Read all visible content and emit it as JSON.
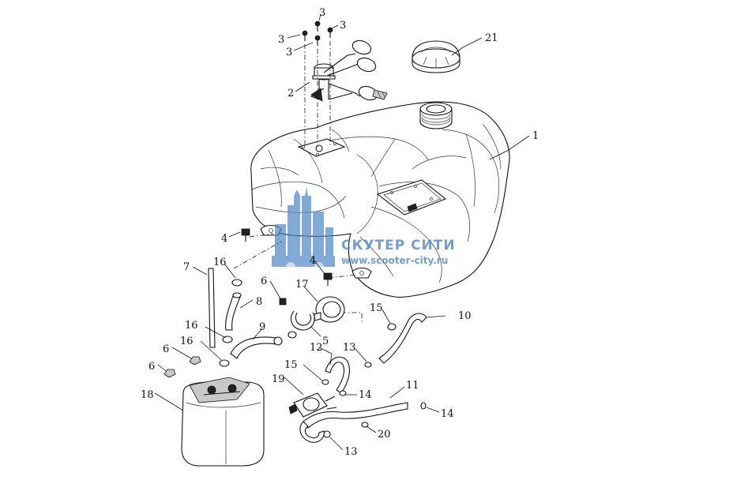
{
  "watermark": {
    "title": "СКУТЕР СИТИ",
    "url": "www.scooter-city.ru",
    "color": "#4f86c6"
  },
  "callouts": [
    {
      "id": "c1",
      "label": "1"
    },
    {
      "id": "c2",
      "label": "2"
    },
    {
      "id": "c3a",
      "label": "3"
    },
    {
      "id": "c3b",
      "label": "3"
    },
    {
      "id": "c3c",
      "label": "3"
    },
    {
      "id": "c3d",
      "label": "3"
    },
    {
      "id": "c4a",
      "label": "4"
    },
    {
      "id": "c4b",
      "label": "4"
    },
    {
      "id": "c5",
      "label": "5"
    },
    {
      "id": "c6a",
      "label": "6"
    },
    {
      "id": "c6b",
      "label": "6"
    },
    {
      "id": "c6c",
      "label": "6"
    },
    {
      "id": "c7",
      "label": "7"
    },
    {
      "id": "c8",
      "label": "8"
    },
    {
      "id": "c9",
      "label": "9"
    },
    {
      "id": "c10",
      "label": "10"
    },
    {
      "id": "c11",
      "label": "11"
    },
    {
      "id": "c12",
      "label": "12"
    },
    {
      "id": "c13a",
      "label": "13"
    },
    {
      "id": "c13b",
      "label": "13"
    },
    {
      "id": "c14a",
      "label": "14"
    },
    {
      "id": "c14b",
      "label": "14"
    },
    {
      "id": "c15a",
      "label": "15"
    },
    {
      "id": "c15b",
      "label": "15"
    },
    {
      "id": "c16a",
      "label": "16"
    },
    {
      "id": "c16b",
      "label": "16"
    },
    {
      "id": "c16c",
      "label": "16"
    },
    {
      "id": "c17",
      "label": "17"
    },
    {
      "id": "c18",
      "label": "18"
    },
    {
      "id": "c19",
      "label": "19"
    },
    {
      "id": "c20",
      "label": "20"
    },
    {
      "id": "c21",
      "label": "21"
    }
  ]
}
